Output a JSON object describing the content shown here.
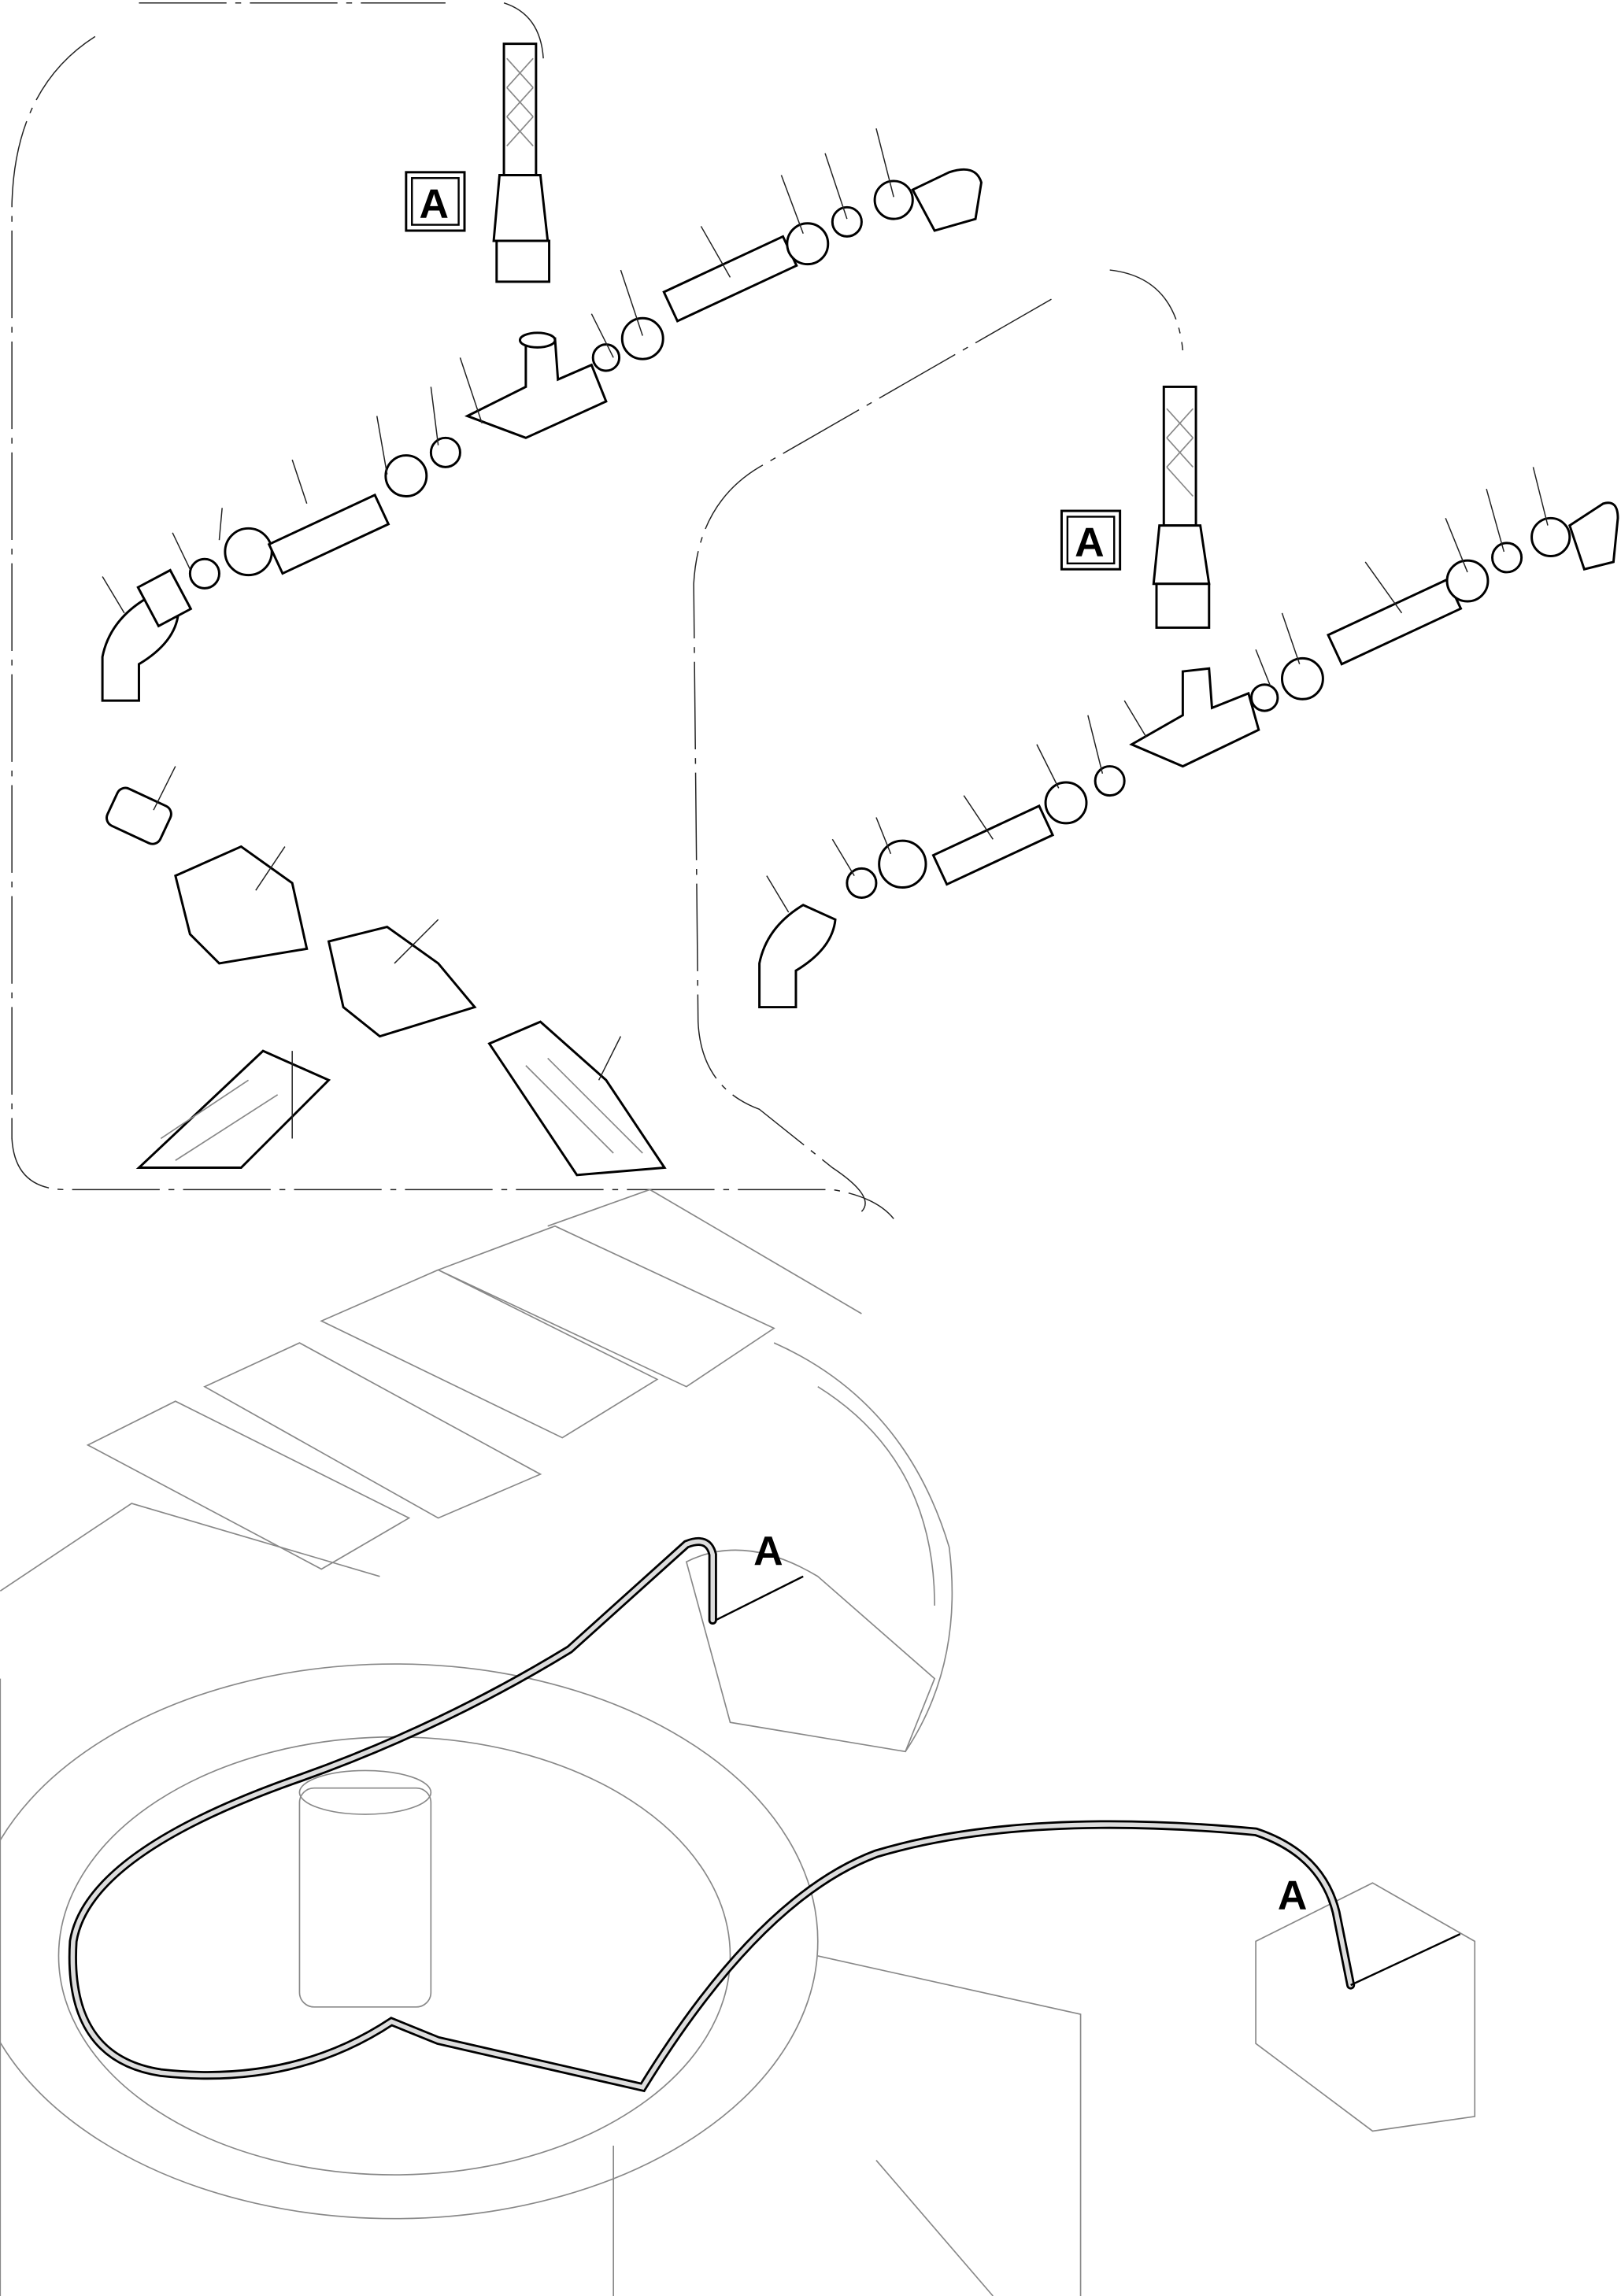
{
  "callouts": {
    "top_left_box": "A",
    "top_right_box": "A",
    "machine_upper": "A",
    "machine_right": "A"
  },
  "colors": {
    "line": "#000000",
    "background": "#ffffff"
  }
}
